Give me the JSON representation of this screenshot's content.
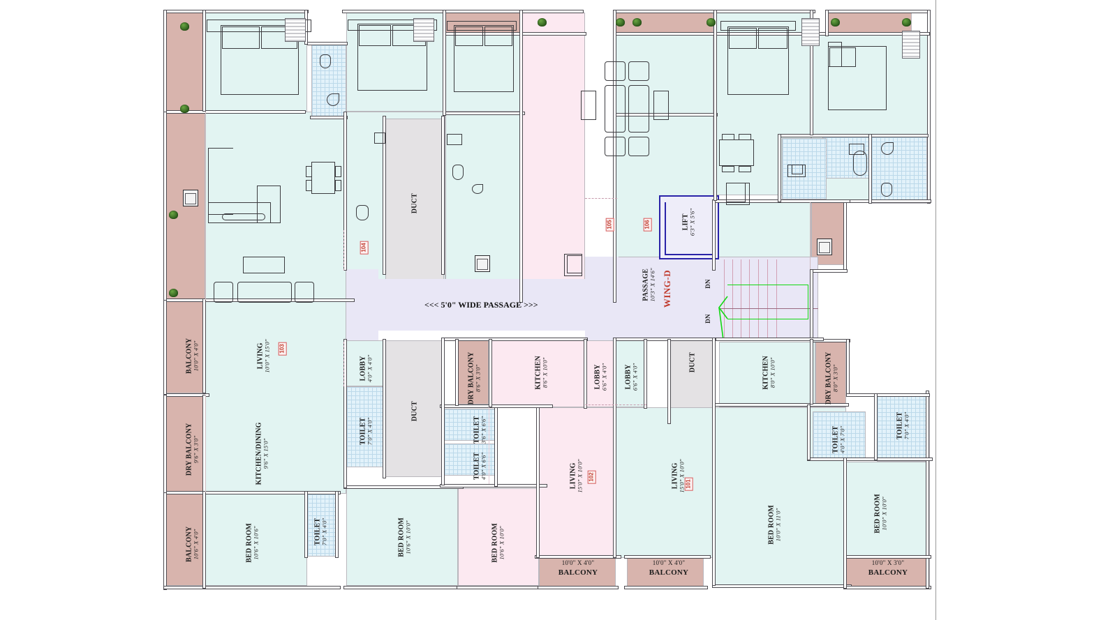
{
  "drawing": {
    "type": "residential-floor-plan",
    "wing_label": "WING-D",
    "passage_note": "<<< 5'0\" WIDE PASSAGE  >>>",
    "colors": {
      "unit_cyan": "#e2f4f2",
      "unit_pink": "#fce9f1",
      "balcony_rose": "#d8b4ad",
      "duct_grey": "#e4e2e4",
      "passage_lavender": "#e9e7f6",
      "tile_blue": "#e2f2fa",
      "badge_red": "#c0392b",
      "lift_blue": "#2a23a8",
      "stair_green": "#12d812"
    }
  },
  "core": {
    "lift": {
      "name": "LIFT",
      "dims": "6'3\" X 5'6\""
    },
    "passage": {
      "name": "PASSAGE",
      "dims": "10'3\" X 14'6\""
    },
    "stairs": {
      "down_label_upper": "DN",
      "down_label_lower": "DN"
    }
  },
  "unit_badges": [
    {
      "id": "101"
    },
    {
      "id": "102"
    },
    {
      "id": "103"
    },
    {
      "id": "104"
    },
    {
      "id": "105"
    },
    {
      "id": "106"
    }
  ],
  "rooms": [
    {
      "key": "bal_103_top",
      "name": "BALCONY",
      "dims": "10'0\" X 4'0\""
    },
    {
      "key": "drybal_103",
      "name": "DRY BALCONY",
      "dims": "9'6\" X 3'0\""
    },
    {
      "key": "bal_103_bot",
      "name": "BALCONY",
      "dims": "10'6\" X 4'0\""
    },
    {
      "key": "living_103",
      "name": "LIVING",
      "dims": "10'0\" X 15'0\""
    },
    {
      "key": "kitdin_103",
      "name": "KITCHEN/DINING",
      "dims": "9'6\" X 15'0\""
    },
    {
      "key": "bed_103",
      "name": "BED ROOM",
      "dims": "10'6\" X 10'6\""
    },
    {
      "key": "toilet_103",
      "name": "TOILET",
      "dims": "7'0\" X 4'0\""
    },
    {
      "key": "lobby_104",
      "name": "LOBBY",
      "dims": "4'0\" X 4'0\""
    },
    {
      "key": "toilet_104",
      "name": "TOILET",
      "dims": "7'0\" X 4'0\""
    },
    {
      "key": "duct_left",
      "name": "DUCT",
      "dims": ""
    },
    {
      "key": "bed_104",
      "name": "BED ROOM",
      "dims": "10'6\" X 10'0\""
    },
    {
      "key": "drybal_102",
      "name": "DRY BALCONY",
      "dims": "8'6\" X 3'0\""
    },
    {
      "key": "kitchen_102",
      "name": "KITCHEN",
      "dims": "8'6\" X 10'0\""
    },
    {
      "key": "toilet_102a",
      "name": "TOILET",
      "dims": "3'6\" X 6'6\""
    },
    {
      "key": "toilet_102b",
      "name": "TOILET",
      "dims": "4'0\" X 6'6\""
    },
    {
      "key": "bed_102",
      "name": "BED ROOM",
      "dims": "10'6\" X 10'0\""
    },
    {
      "key": "living_102",
      "name": "LIVING",
      "dims": "15'0\" X 10'0\""
    },
    {
      "key": "lobby_102",
      "name": "LOBBY",
      "dims": "6'6\" X 4'0\""
    },
    {
      "key": "lobby_101",
      "name": "LOBBY",
      "dims": "6'6\" X 4'0\""
    },
    {
      "key": "living_101",
      "name": "LIVING",
      "dims": "15'0\" X 10'0\""
    },
    {
      "key": "duct_right",
      "name": "DUCT",
      "dims": ""
    },
    {
      "key": "kitchen_101",
      "name": "KITCHEN",
      "dims": "8'0\" X 10'0\""
    },
    {
      "key": "drybal_101",
      "name": "DRY BALCONY",
      "dims": "8'0\" X 3'0\""
    },
    {
      "key": "toilet_101a",
      "name": "TOILET",
      "dims": "4'0\" X 7'0\""
    },
    {
      "key": "toilet_101b",
      "name": "TOILET",
      "dims": "7'0\" X 4'0\""
    },
    {
      "key": "bed_101a",
      "name": "BED ROOM",
      "dims": "10'0\" X 11'0\""
    },
    {
      "key": "bed_101b",
      "name": "BED ROOM",
      "dims": "10'0\" X 10'0\""
    }
  ],
  "bottom_balconies": [
    {
      "dims": "10'0\" X 4'0\"",
      "name": "BALCONY"
    },
    {
      "dims": "10'0\" X 4'0\"",
      "name": "BALCONY"
    },
    {
      "dims": "10'0\" X 3'0\"",
      "name": "BALCONY"
    }
  ]
}
